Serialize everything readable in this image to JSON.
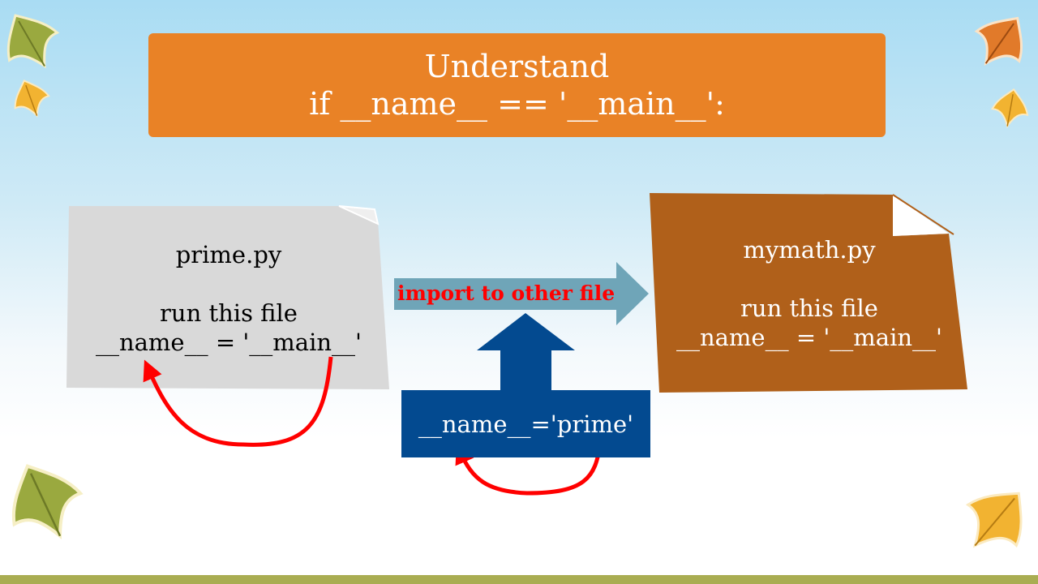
{
  "title": {
    "line1": "Understand",
    "line2": "if __name__ == '__main__':"
  },
  "left_card": {
    "filename": "prime.py",
    "run_label": "run this file",
    "name_value": "__name__ = '__main__'"
  },
  "right_card": {
    "filename": "mymath.py",
    "run_label": "run this file",
    "name_value": "__name__ = '__main__'"
  },
  "import_arrow": {
    "label": "import to  other file"
  },
  "name_box": {
    "text": "__name__='prime'"
  },
  "colors": {
    "title_bg": "#e98226",
    "left_card_bg": "#d9d9d9",
    "right_card_bg": "#b0601a",
    "import_arrow": "#6fa5b8",
    "import_text": "#ff0000",
    "name_box_bg": "#034a90",
    "curve_arrow": "#ff0000",
    "footer": "#a9ad52"
  },
  "icons": [
    "leaf-icon",
    "leaf-icon",
    "leaf-icon",
    "leaf-icon",
    "leaf-icon",
    "leaf-icon"
  ]
}
